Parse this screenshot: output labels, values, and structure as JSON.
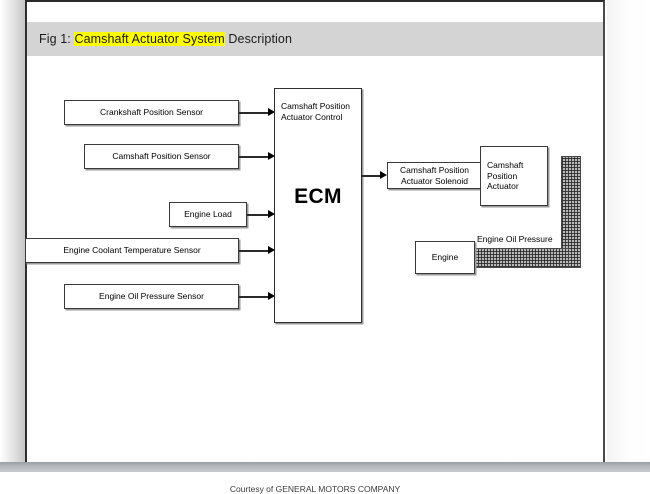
{
  "caption": {
    "prefix": "Fig 1: ",
    "highlighted": "Camshaft Actuator System",
    "suffix": " Description"
  },
  "diagram": {
    "title": "Camshaft Actuator System Description",
    "ecm": {
      "label": "ECM",
      "input_signal_label": "Camshaft Position\nActuator Control",
      "input_signal_line1": "Camshaft Position",
      "input_signal_line2": "Actuator Control"
    },
    "inputs": [
      {
        "label": "Crankshaft Position Sensor"
      },
      {
        "label": "Camshaft Position Sensor"
      },
      {
        "label": "Engine Load"
      },
      {
        "label": "Engine Coolant Temperature Sensor"
      },
      {
        "label": "Engine Oil Pressure Sensor"
      }
    ],
    "outputs": [
      {
        "label": "Camshaft Position Actuator Solenoid",
        "line1": "Camshaft Position",
        "line2": "Actuator Solenoid"
      },
      {
        "label": "Camshaft Position Actuator",
        "line1": "Camshaft",
        "line2": "Position",
        "line3": "Actuator"
      }
    ],
    "engine": {
      "label": "Engine"
    },
    "oil_pressure": {
      "label": "Engine Oil Pressure"
    }
  },
  "footer": {
    "credit": "Courtesy of GENERAL MOTORS COMPANY"
  },
  "colors": {
    "highlight": "#ffff00",
    "caption_band": "#d4d4d4",
    "page": "#ffffff",
    "box_border": "#3a3a3a",
    "hatch_fill": "#b9b9b9"
  }
}
